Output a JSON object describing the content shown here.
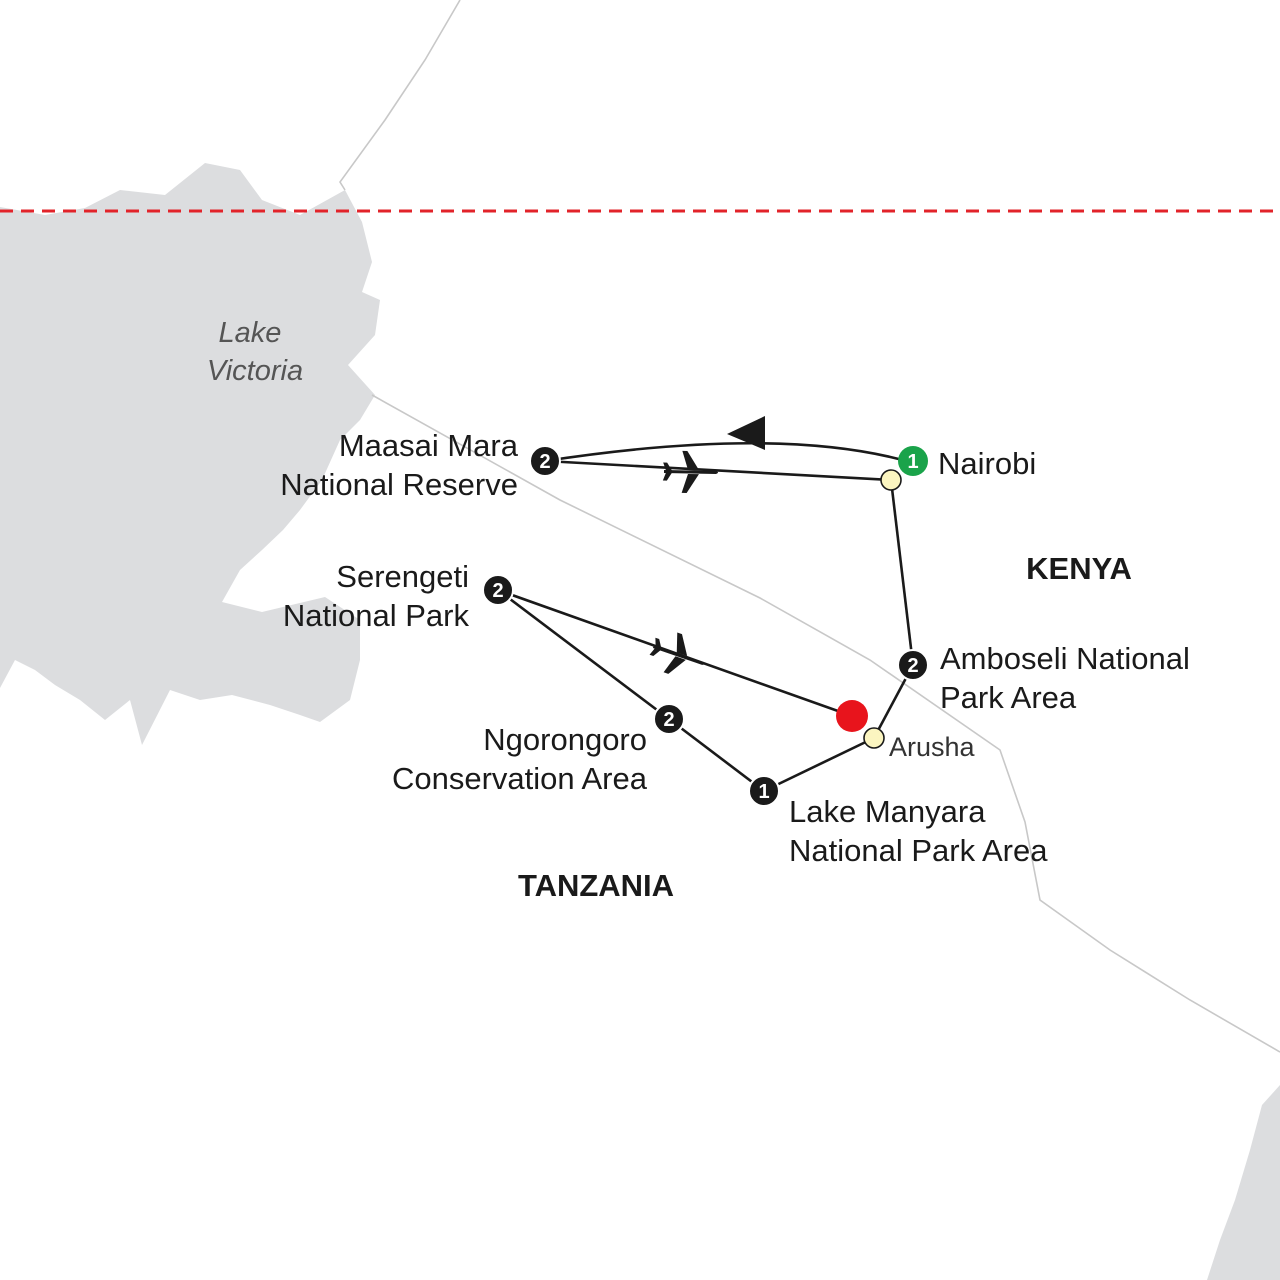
{
  "map": {
    "lake": {
      "line1": "Lake",
      "line2": "Victoria"
    },
    "countries": {
      "kenya": "KENYA",
      "tanzania": "TANZANIA"
    },
    "stops": {
      "nairobi": {
        "name": "Nairobi",
        "nights": "1"
      },
      "maasai_mara": {
        "line1": "Maasai Mara",
        "line2": "National Reserve",
        "nights": "2"
      },
      "serengeti": {
        "line1": "Serengeti",
        "line2": "National Park",
        "nights": "2"
      },
      "ngorongoro": {
        "line1": "Ngorongoro",
        "line2": "Conservation Area",
        "nights": "2"
      },
      "lake_manyara": {
        "line1": "Lake Manyara",
        "line2": "National Park Area",
        "nights": "1"
      },
      "amboseli": {
        "line1": "Amboseli National",
        "line2": "Park Area",
        "nights": "2"
      },
      "arusha": {
        "name": "Arusha"
      }
    },
    "colors": {
      "water": "#dcdddf",
      "border": "#c8c8c8",
      "equator": "#e2232a",
      "route": "#1a1a1a",
      "start_badge": "#1aa34a",
      "badge": "#1a1a1a",
      "city_point": "#fbf5c0",
      "end_point": "#e8141c"
    },
    "icons": [
      "plane-icon",
      "direction-arrow-icon"
    ]
  }
}
